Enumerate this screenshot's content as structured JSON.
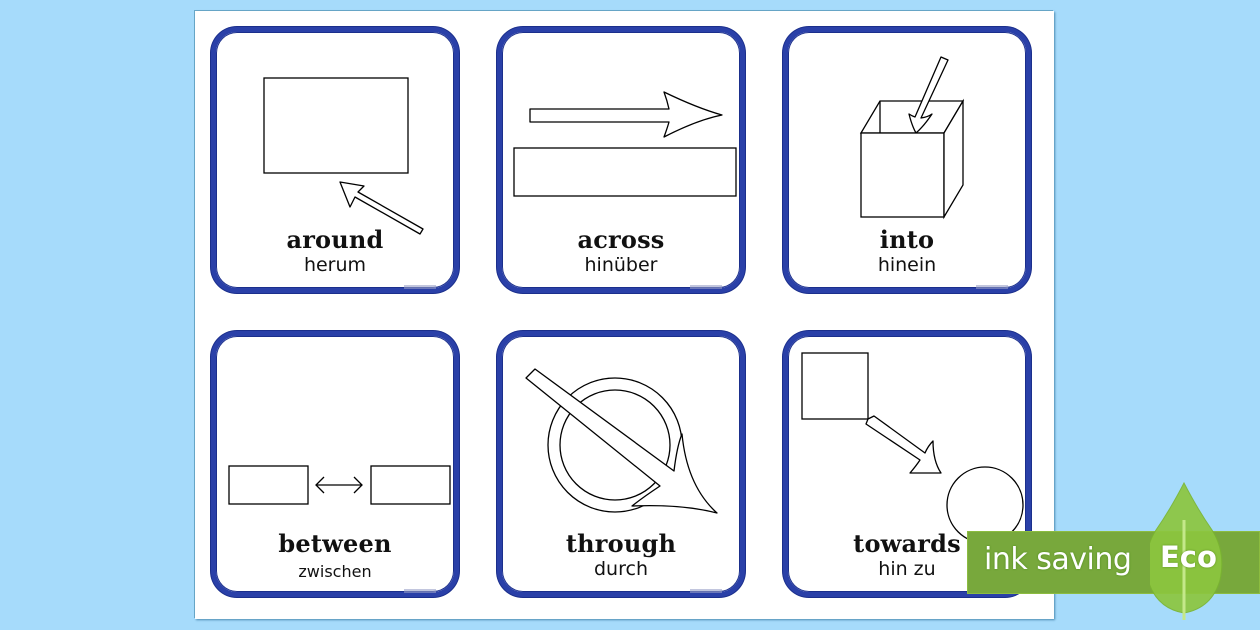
{
  "cards": [
    {
      "word": "around",
      "translation": "herum",
      "icon": "arrow-around-rectangle"
    },
    {
      "word": "across",
      "translation": "hinüber",
      "icon": "arrow-across-bar"
    },
    {
      "word": "into",
      "translation": "hinein",
      "icon": "arrow-into-box"
    },
    {
      "word": "between",
      "translation": "zwischen",
      "icon": "double-arrow-between-boxes"
    },
    {
      "word": "through",
      "translation": "durch",
      "icon": "arrow-through-circle"
    },
    {
      "word": "towards",
      "translation": "hin zu",
      "icon": "arrow-towards-circle"
    }
  ],
  "badge": {
    "text": "ink saving",
    "label": "Eco"
  },
  "colors": {
    "background": "#a6dbfb",
    "card_border": "#2a40a8",
    "badge_green": "#78a83c",
    "leaf_green": "#8cc63f"
  }
}
